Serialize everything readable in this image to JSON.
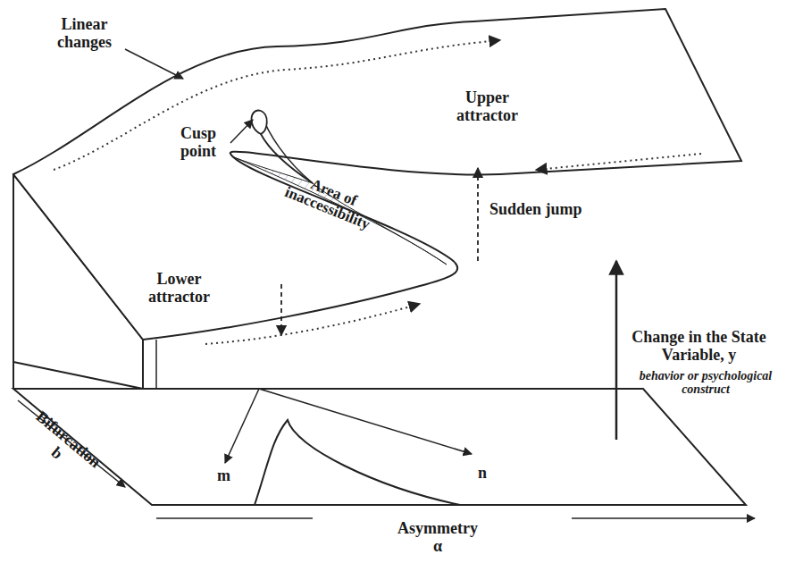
{
  "diagram": {
    "labels": [
      "Linear changes",
      "Upper attractor",
      "Cusp point",
      "Area of inaccessibility",
      "Sudden jump",
      "Lower attractor",
      "Change in the State Variable, y",
      "behavior or psychological construct",
      "Bifurcation b",
      "m",
      "n",
      "Asymmetry α"
    ]
  }
}
